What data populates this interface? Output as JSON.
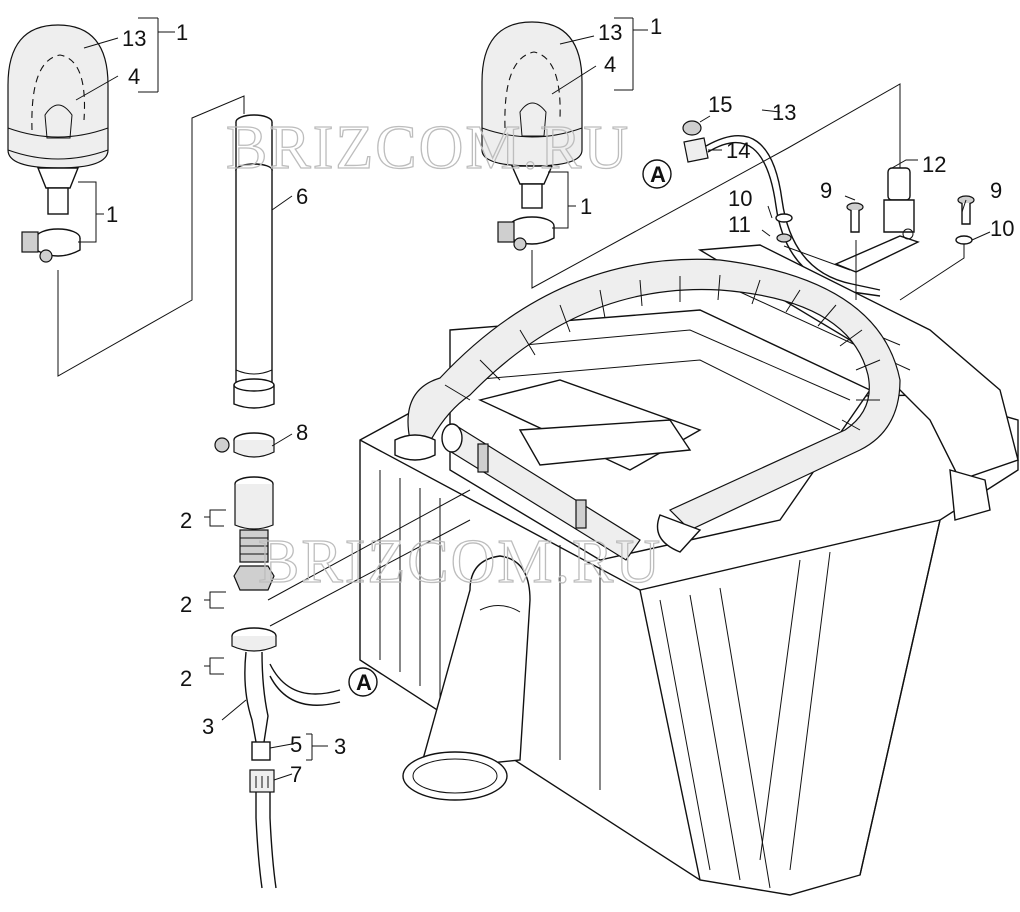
{
  "callouts": {
    "c1a": "1",
    "c13a": "13",
    "c4a": "4",
    "c1b": "1",
    "c6": "6",
    "c8": "8",
    "c2a": "2",
    "c2b": "2",
    "c2c": "2",
    "c3a": "3",
    "c5": "5",
    "c3b": "3",
    "c7": "7",
    "c13b": "13",
    "c1c": "1",
    "c4b": "4",
    "c1d": "1",
    "c15": "15",
    "c13c": "13",
    "c14": "14",
    "c9a": "9",
    "c10a": "10",
    "c11": "11",
    "c12": "12",
    "c9b": "9",
    "c10b": "10"
  },
  "connector_label": "A",
  "watermark": "BRIZCOM.RU",
  "colors": {
    "line": "#111111",
    "fill": "#ffffff",
    "shade": "#eeeeee",
    "watermark": "#bdbdbd"
  }
}
